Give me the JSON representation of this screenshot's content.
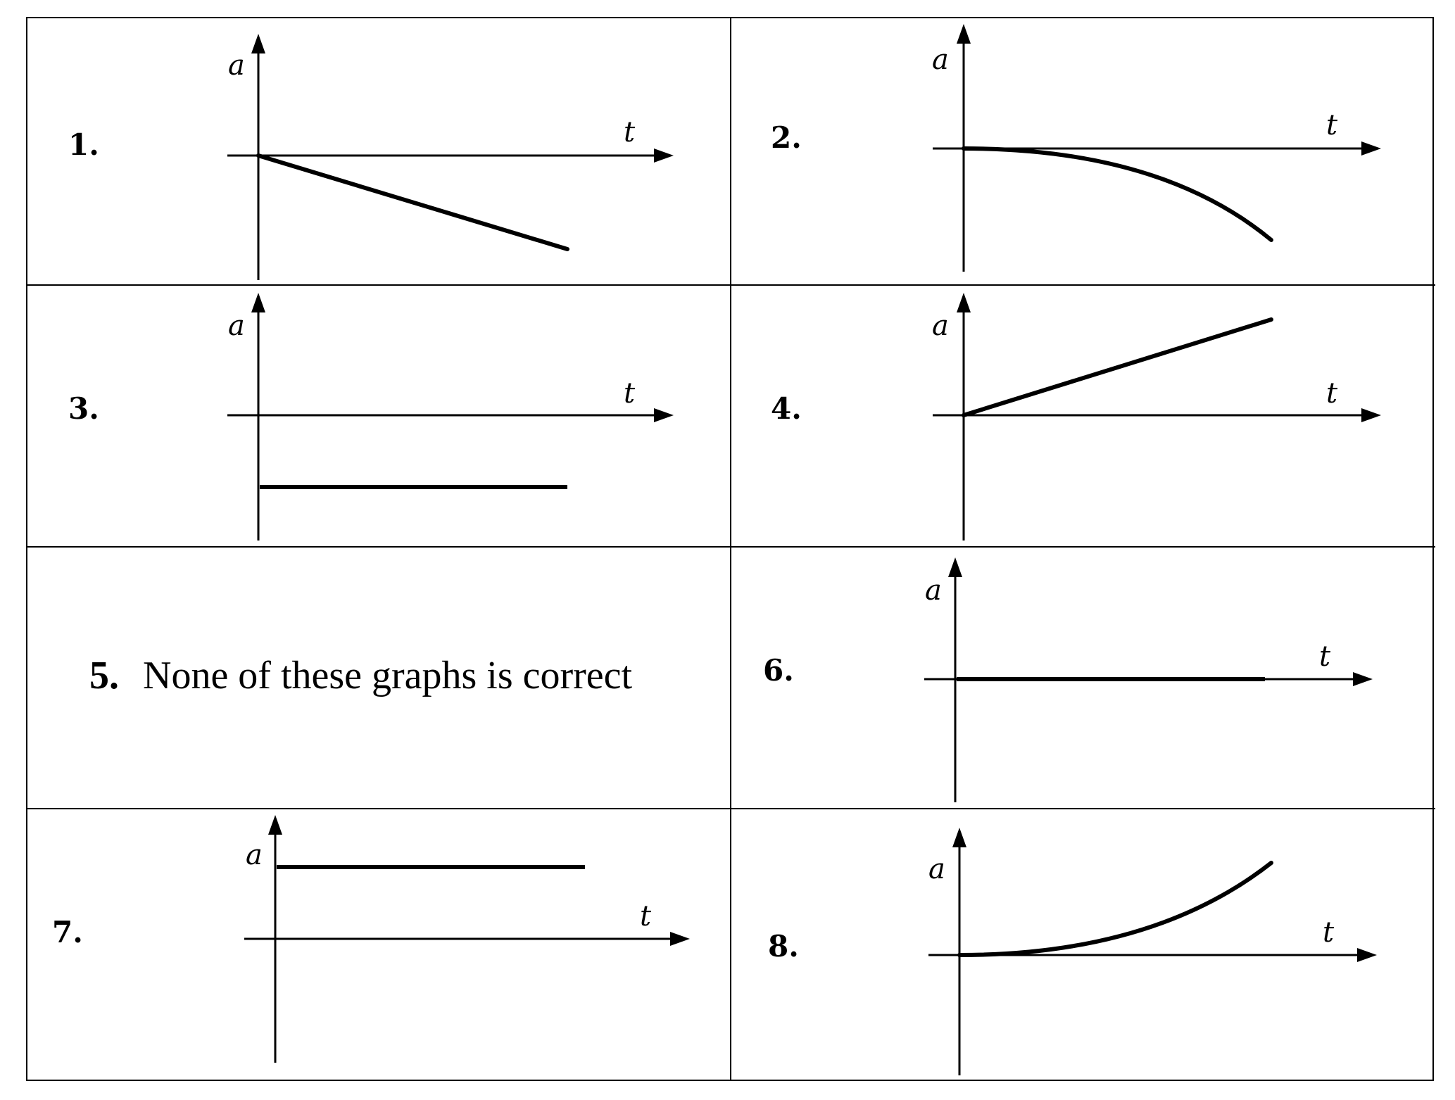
{
  "axis_labels": {
    "y": "a",
    "x": "t"
  },
  "panels": [
    {
      "number": "1.",
      "curve": "linear-decreasing-from-origin"
    },
    {
      "number": "2.",
      "curve": "concave-down-decreasing-from-origin"
    },
    {
      "number": "3.",
      "curve": "constant-negative"
    },
    {
      "number": "4.",
      "curve": "linear-increasing-from-origin"
    },
    {
      "number": "5.",
      "text": "None of these graphs is correct"
    },
    {
      "number": "6.",
      "curve": "zero-along-t-axis"
    },
    {
      "number": "7.",
      "curve": "constant-positive"
    },
    {
      "number": "8.",
      "curve": "concave-up-increasing-from-origin"
    }
  ],
  "colors": {
    "line": "#000000",
    "background": "#ffffff"
  }
}
